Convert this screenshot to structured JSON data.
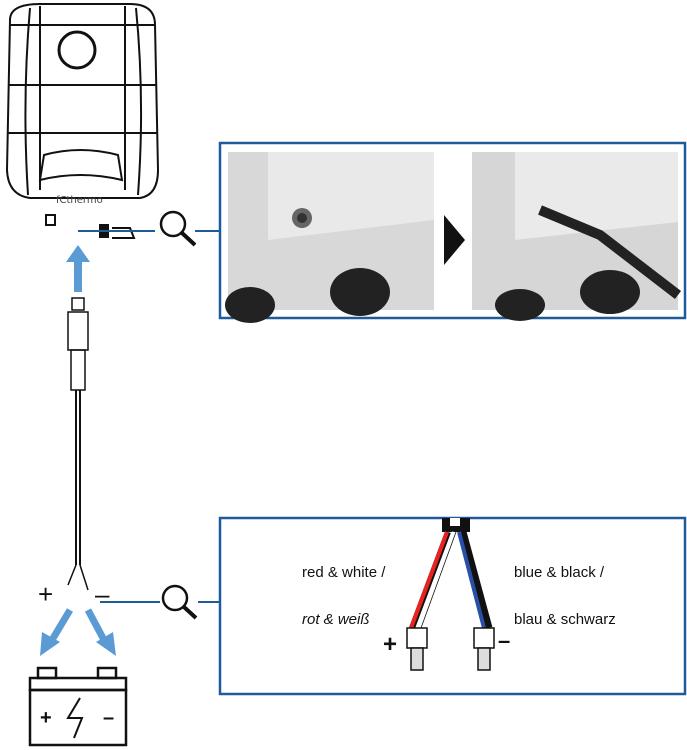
{
  "heater": {
    "brand_logo": "fCthermo"
  },
  "colors": {
    "frame": "#1f5a99",
    "arrow": "#5b9bd5",
    "red_wire": "#e8231f",
    "blue_wire": "#2a4fa8"
  },
  "connector_detail": {
    "steps": [
      "socket",
      "plugged"
    ]
  },
  "cable_ends": {
    "plus": "+",
    "minus": "–"
  },
  "wire_detail": {
    "positive_en": "red & white /",
    "positive_de": "rot & weiß",
    "negative_en": "blue & black /",
    "negative_de": "blau & schwarz",
    "plus": "+",
    "minus": "–"
  },
  "battery": {
    "plus": "+",
    "minus": "–"
  }
}
